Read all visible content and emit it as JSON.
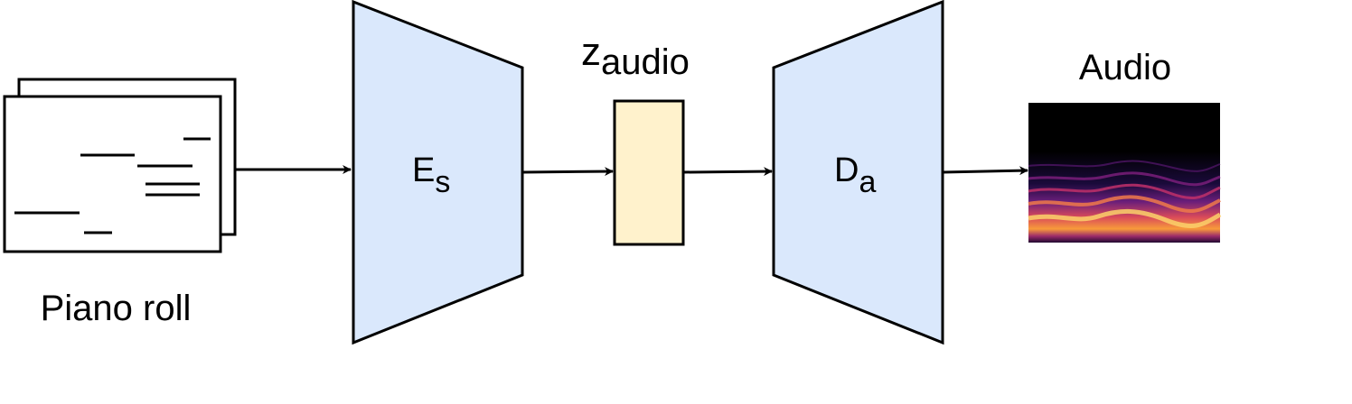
{
  "diagram": {
    "input_label": "Piano roll",
    "encoder": {
      "base": "E",
      "sub": "s"
    },
    "latent": {
      "base": "z",
      "sub": "audio"
    },
    "decoder": {
      "base": "D",
      "sub": "a"
    },
    "output_label": "Audio"
  },
  "colors": {
    "block_fill": "#dae8fc",
    "latent_fill": "#fff2cc",
    "stroke": "#000000",
    "spectrogram_bg": "#000000"
  }
}
